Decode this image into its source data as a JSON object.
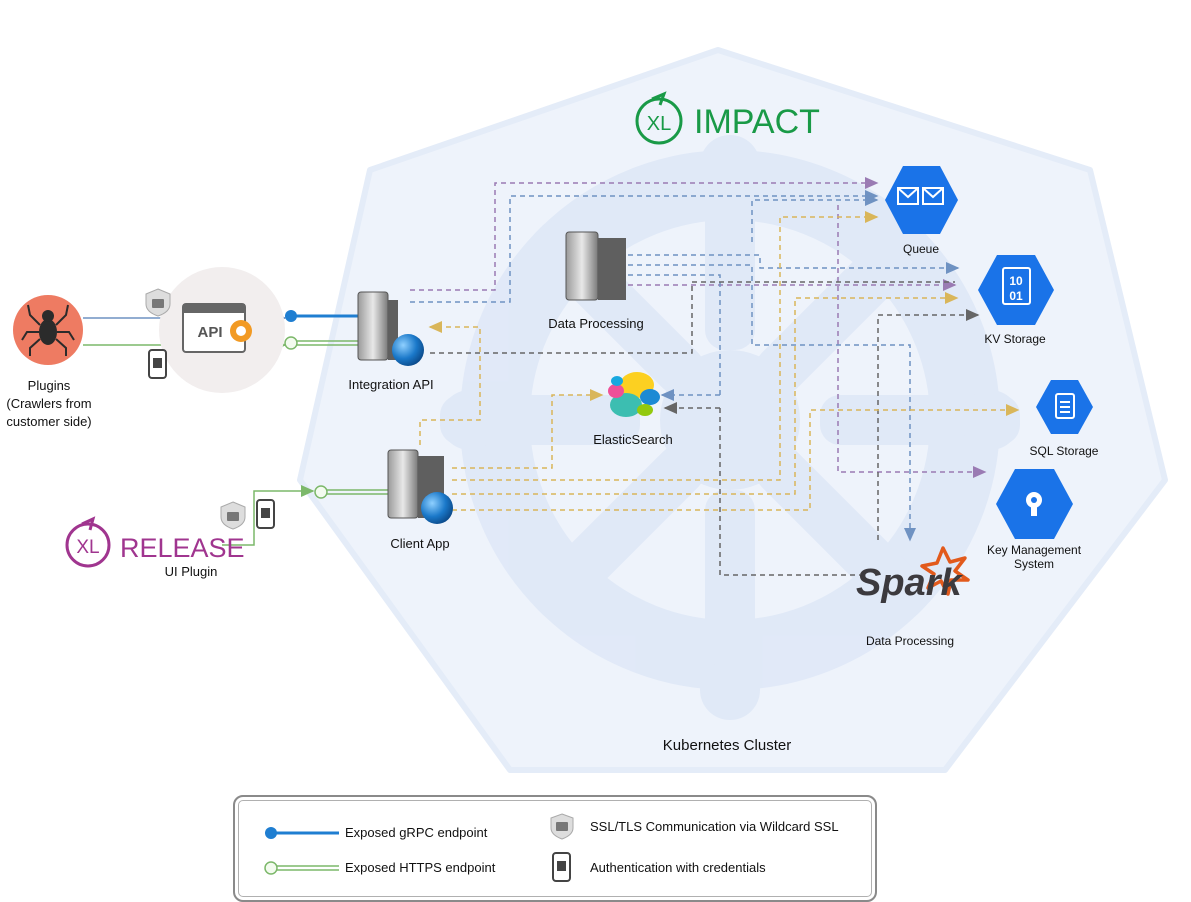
{
  "brand": {
    "impact_logo": "XL",
    "impact_word": "IMPACT",
    "release_logo": "XL",
    "release_word": "RELEASE"
  },
  "cluster_label": "Kubernetes Cluster",
  "nodes": {
    "plugins": "Plugins\n(Crawlers from\ncustomer side)",
    "api_badge": "API",
    "integration_api": "Integration API",
    "data_processing": "Data Processing",
    "client_app": "Client App",
    "ui_plugin": "UI Plugin",
    "elasticsearch": "ElasticSearch",
    "queue": "Queue",
    "kv_storage": "KV Storage",
    "kv_bits": "10\n01",
    "sql_storage": "SQL Storage",
    "key_management": "Key Management\nSystem",
    "spark": "Spark",
    "spark_label": "Data Processing"
  },
  "legend": {
    "grpc": "Exposed gRPC endpoint",
    "https": "Exposed HTTPS endpoint",
    "ssl": "SSL/TLS Communication via Wildcard SSL",
    "auth": "Authentication with credentials"
  },
  "colors": {
    "k8s_bg": "#eef3fb",
    "grpc": "#1f7ed1",
    "https": "#7cb86a",
    "impact_green": "#199a47",
    "release_purple": "#a0358f",
    "gcp_blue": "#1a73e8",
    "dash_purple": "#9a7bb3",
    "dash_blue": "#6f92c2",
    "dash_yellow": "#d9b65a",
    "dash_dark": "#666666",
    "spark_orange": "#e25a1c"
  }
}
